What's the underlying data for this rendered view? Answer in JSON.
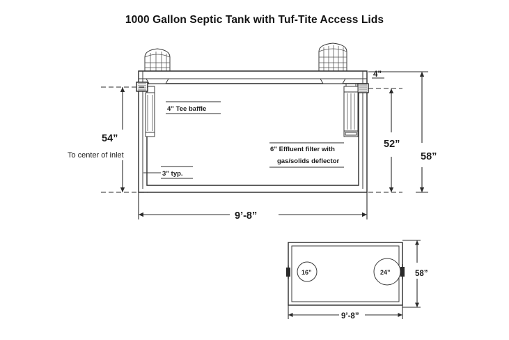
{
  "title": "1000 Gallon Septic Tank with Tuf-Tite Access Lids",
  "elevation_view": {
    "name": "elevation-view",
    "notes": {
      "tee_baffle": "4” Tee baffle",
      "effluent_filter_line1": "6” Effluent filter with",
      "effluent_filter_line2": "gas/solids deflector",
      "wall_typ": "3” typ."
    },
    "dimensions": {
      "left_height": "54”",
      "left_height_note": "To center of inlet",
      "outlet_drop": "4”",
      "right_inner_height": "52”",
      "right_overall_height": "58”",
      "width": "9’-8”"
    },
    "lids": {
      "inlet_lid": "tuf-tite-access-lid-inlet",
      "outlet_lid": "tuf-tite-access-lid-outlet"
    }
  },
  "plan_view": {
    "name": "plan-view",
    "openings": [
      {
        "label": "16”",
        "position": "left"
      },
      {
        "label": "24”",
        "position": "right"
      }
    ],
    "dimensions": {
      "depth": "58”",
      "width": "9’-8”"
    }
  },
  "colors": {
    "ink": "#2b2b2b",
    "background": "#ffffff",
    "text": "#1a1a1a"
  }
}
